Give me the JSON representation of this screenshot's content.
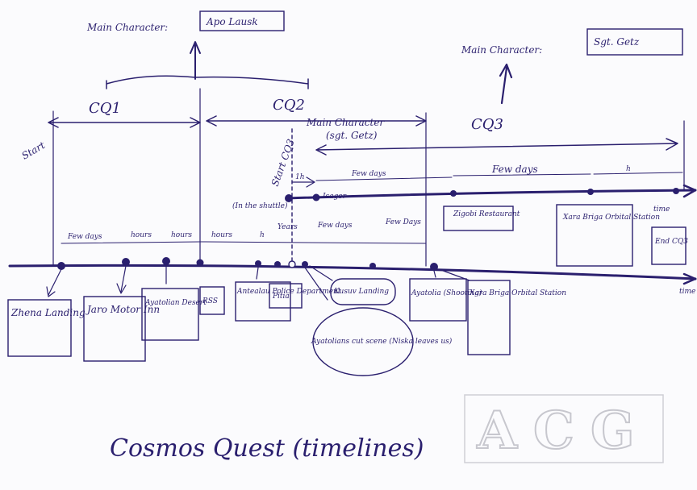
{
  "title": "Cosmos Quest (timelines)",
  "watermark": "ACG",
  "main_character_1": {
    "label": "Main Character:",
    "name": "Apo Lausk"
  },
  "main_character_2": {
    "label": "Main Character:",
    "name": "Sgt. Getz"
  },
  "main_character_3": {
    "label": "Main Character",
    "name": "(sgt. Getz)"
  },
  "segments": {
    "cq1": "CQ1",
    "cq2": "CQ2",
    "cq3": "CQ3"
  },
  "start_label": "Start",
  "start_cq3": "Start CQ3",
  "in_shuttle": "(In the shuttle)",
  "intervals_main": [
    "Few days",
    "hours",
    "hours",
    "hours",
    "h",
    "Years",
    "Few days",
    "Few Days"
  ],
  "intervals_upper": [
    "1h",
    "Few days",
    "Few days",
    "h"
  ],
  "time_label": "time",
  "main_events": [
    "Zhena Landing",
    "Jaro Motor Inn",
    "Ayatolian Desert",
    "RSS",
    "Antealau Police Department",
    "Pitia",
    "Kusuv Landing",
    "Ayatolians cut scene (Niska leaves us)",
    "Ayatolia (Shooting)",
    "Xara Briga Orbital Station"
  ],
  "upper_events": [
    "Isagor",
    "Zigobi Restaurant",
    "Xara Briga Orbital Station",
    "End CQ3"
  ]
}
